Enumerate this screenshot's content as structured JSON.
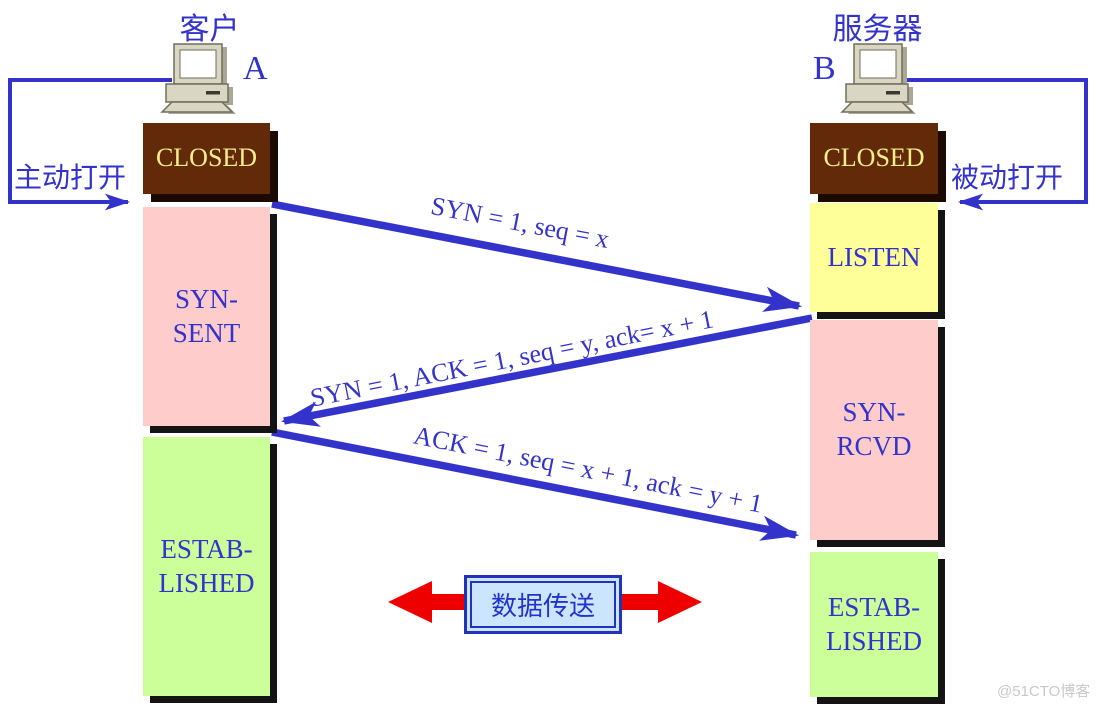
{
  "client": {
    "title": "客户",
    "host_label": "A",
    "open_label": "主动打开",
    "states": [
      {
        "label": "CLOSED"
      },
      {
        "lines": [
          "SYN-",
          "SENT"
        ]
      },
      {
        "lines": [
          "ESTAB-",
          "LISHED"
        ]
      }
    ]
  },
  "server": {
    "title": "服务器",
    "host_label": "B",
    "open_label": "被动打开",
    "states": [
      {
        "label": "CLOSED"
      },
      {
        "label": "LISTEN"
      },
      {
        "lines": [
          "SYN-",
          "RCVD"
        ]
      },
      {
        "lines": [
          "ESTAB-",
          "LISHED"
        ]
      }
    ]
  },
  "messages": [
    {
      "label": "SYN = 1, seq = x"
    },
    {
      "label": "SYN = 1, ACK = 1, seq = y, ack= x + 1"
    },
    {
      "label": "ACK = 1, seq = x + 1, ack = y + 1"
    }
  ],
  "data_transfer": {
    "label": "数据传送"
  },
  "watermark": "@51CTO博客",
  "colors": {
    "accent_blue": "#3333CC",
    "arrow_red": "#EE0000",
    "state_pink": "#FFCCCC",
    "state_yellow": "#FFFF99",
    "state_green": "#CCFF99",
    "closed_brown": "#622A08",
    "closed_text": "#F5EE8E",
    "transfer_bg": "#CCE5FF",
    "watermark_gray": "#C9C9C9"
  }
}
